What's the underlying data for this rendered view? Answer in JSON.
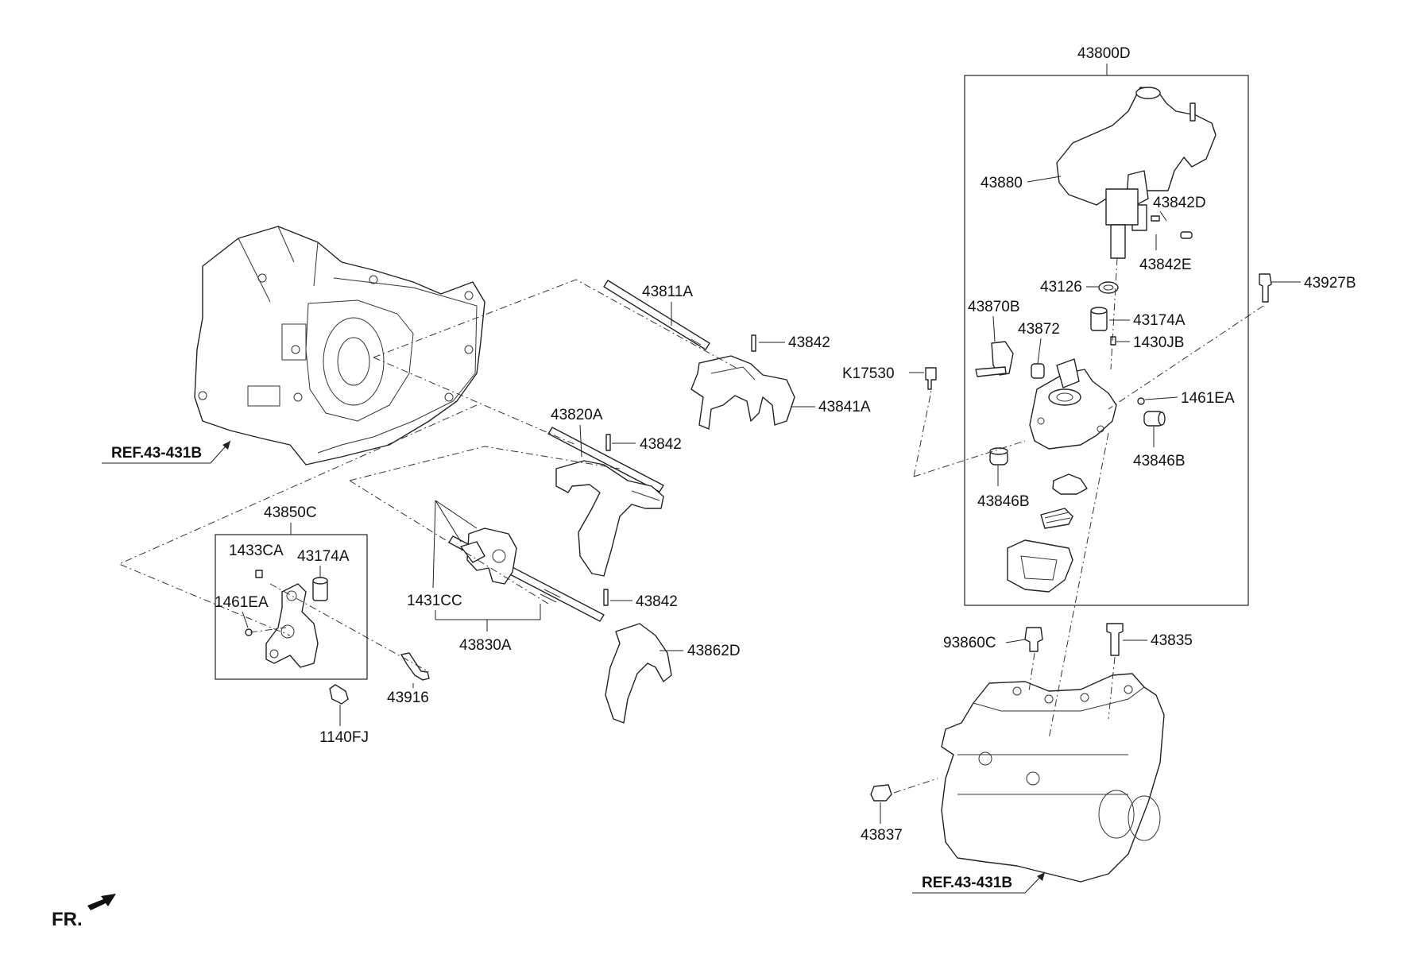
{
  "diagram": {
    "fr_label": "FR.",
    "ref_left": "REF.43-431B",
    "ref_right": "REF.43-431B",
    "parts": {
      "p43800D": "43800D",
      "p43880": "43880",
      "p43842D": "43842D",
      "p43842E": "43842E",
      "p43927B": "43927B",
      "p43126": "43126",
      "p43870B": "43870B",
      "p43872": "43872",
      "p43174A_r": "43174A",
      "p1430JB": "1430JB",
      "pK17530": "K17530",
      "p1461EA_r": "1461EA",
      "p43846B_r": "43846B",
      "p43846B_l": "43846B",
      "p43811A": "43811A",
      "p43842_a": "43842",
      "p43841A": "43841A",
      "p43820A": "43820A",
      "p43842_b": "43842",
      "p43850C": "43850C",
      "p1433CA": "1433CA",
      "p43174A_l": "43174A",
      "p1461EA_l": "1461EA",
      "p1431CC": "1431CC",
      "p43842_c": "43842",
      "p43830A": "43830A",
      "p43862D": "43862D",
      "p43916": "43916",
      "p1140FJ": "1140FJ",
      "p93860C": "93860C",
      "p43835": "43835",
      "p43837": "43837"
    }
  }
}
